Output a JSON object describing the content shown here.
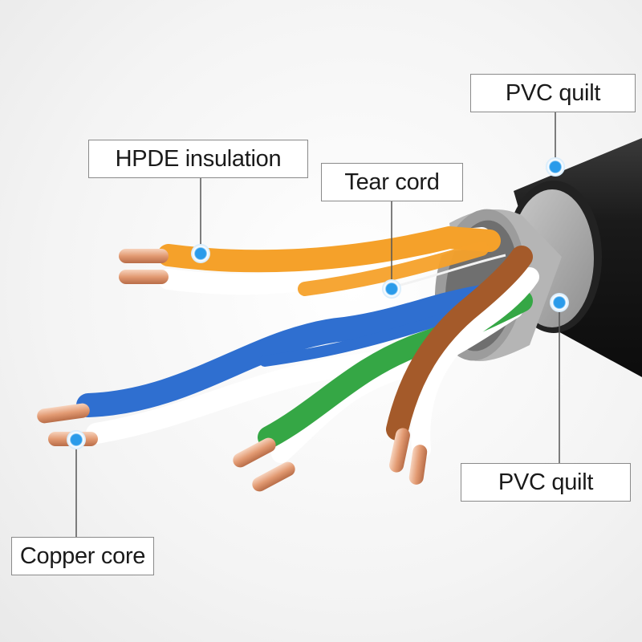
{
  "labels": {
    "pvc_quilt_outer": "PVC quilt",
    "hpde_insulation": "HPDE insulation",
    "tear_cord": "Tear cord",
    "pvc_quilt_inner": "PVC quilt",
    "copper_core": "Copper core"
  },
  "colors": {
    "orange_pair": "#f5a12a",
    "blue_pair": "#2f6fd0",
    "green_pair": "#35a745",
    "brown_pair": "#a45a2a",
    "outer_jacket": "#1c1c1c",
    "inner_jacket": "#a8a8a8",
    "copper": "#e3a07c",
    "marker": "#2a9bea",
    "leader_line": "#555555"
  }
}
